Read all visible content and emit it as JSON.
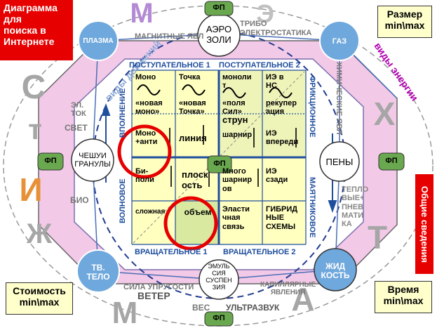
{
  "title": "Диаграмма\nдля\nпоиска в\nИнтернете",
  "corner_boxes": {
    "size": "Размер\nmin\\max",
    "cost": "Стоимость\nmin\\max",
    "time": "Время\nmin\\max",
    "general": "Общие сведения"
  },
  "big_letters": {
    "m_top": "М",
    "e_top": "Э",
    "c_left": "С",
    "t_left": "т",
    "i_left": "И",
    "zh_left": "Ж",
    "m_bottom": "М",
    "a_bottom": "А",
    "t_right": "Т",
    "x_right": "Х"
  },
  "ring_labels": {
    "magnetic": "МАГНИТНЫЕ ЯВЛ",
    "tribo": "ТРИБО",
    "electrostatics": "ЭЛЕКТРОСТАТИКА",
    "el_tok": "ЭЛ.\nТОК",
    "svet": "СВЕТ",
    "bio": "БИО",
    "chemical": "ХИМИЧЕСКИЕ ЯВЛ",
    "thermal": "ТЕПЛО\nВЫЕ+\nПНЕВ\nМАТИ\nКА",
    "elastic": "СИЛА УПРУГОСТИ",
    "veter": "ВЕТЕР",
    "ves": "ВЕС",
    "capillary": "КАПИЛЛЯРНЫЕ\nЯВЛЕНИЯ",
    "ultrasound": "УЛЬТРАЗВУК",
    "motion_types": "виды движений",
    "energy_types": "виды энергии"
  },
  "nodes": {
    "plasma": "ПЛАЗМА",
    "aerosols": "АЭРО\nЗОЛИ",
    "gas": "ГАЗ",
    "foam": "ПЕНЫ",
    "liquid": "ЖИД\nКОСТЬ",
    "emulsion": "ЭМУЛЬ\nСИЯ\nСУСПЕН\nЗИЯ",
    "solid": "ТВ.\nТЕЛО",
    "granules": "ЧЕШУИ\nГРАНУЛЫ"
  },
  "fp_label": "ФП",
  "grid_labels": {
    "translational_1": "ПОСТУПАТЕЛЬНОЕ 1",
    "translational_2": "ПОСТУПАТЕЛЬНОЕ 2",
    "rotational_1": "ВРАЩАТЕЛЬНОЕ 1",
    "rotational_2": "ВРАЩАТЕЛЬНОЕ 2",
    "friction": "ФРИКЦИОННОЕ",
    "pendulum": "МАЯТНИКОВОЕ",
    "wave": "ВОЛНОВОЕ",
    "combustion": "ВПОЛНЕНИЕ"
  },
  "cells": [
    {
      "id": "mono",
      "text": "Моно\n\n\n«новая\nмоно»"
    },
    {
      "id": "tochka",
      "text": "Точка\n\n\n«новая\nТочка»"
    },
    {
      "id": "monolit",
      "text": "моноли\nт\n\n«поля\nСил»"
    },
    {
      "id": "ie_ns",
      "text": "ИЭ в\nНС\n\nрекупер\nация"
    },
    {
      "id": "struny",
      "text": "струн"
    },
    {
      "id": "mono_anti",
      "text": "Моно\n+анти"
    },
    {
      "id": "liniya",
      "text": "линия"
    },
    {
      "id": "sharnir",
      "text": "шарнир"
    },
    {
      "id": "ie_vperedi",
      "text": "ИЭ\nвпереди"
    },
    {
      "id": "bi_poli",
      "text": "Би-\nполи"
    },
    {
      "id": "ploskost",
      "text": "плоск\nость"
    },
    {
      "id": "mnogo_sharnir",
      "text": "Много\nшарнир\nов"
    },
    {
      "id": "ie_szadi",
      "text": "ИЭ\nсзади"
    },
    {
      "id": "slozhnaya",
      "text": "сложная"
    },
    {
      "id": "obem",
      "text": "объем"
    },
    {
      "id": "elastic_link",
      "text": "Эласти\nчная\nсвязь"
    },
    {
      "id": "hybrid",
      "text": "ГИБРИД\nНЫЕ\nСХЕМЫ"
    }
  ],
  "colors": {
    "red": "#e60000",
    "pink": "#f3c9e8",
    "blue_node": "#6fa8dc",
    "green_fp": "#6aa84f",
    "grid_blue": "#1f4e9e",
    "cell_yellow": "#ffffc0",
    "cell_green": "#e6f0a6",
    "letter_gray": "#a6a6a6",
    "letter_orange": "#e69138",
    "letter_purple": "#b48ad6"
  }
}
